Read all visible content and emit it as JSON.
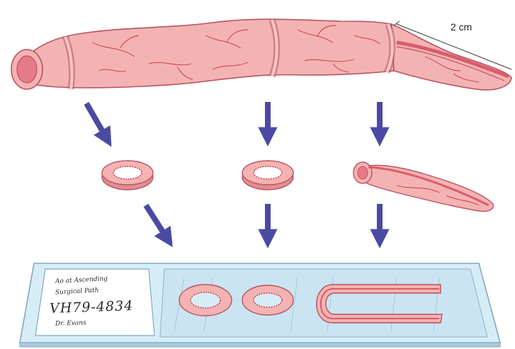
{
  "scale_bar": {
    "label": "2 cm"
  },
  "slide_label": {
    "lines": [
      "Ao at Ascending",
      "Surgical Path",
      "VH79-4834",
      "Dr. Evans"
    ]
  },
  "colors": {
    "tissue": "#f4b3b3",
    "tissue_dark": "#e28d94",
    "tissue_edge": "#b7535f",
    "vessels": "#c7323f",
    "arrow": "#4b4aa3",
    "glass": "#d7edf6",
    "glass_edge": "#7fa9c2"
  },
  "arrow_count": 6,
  "sections": [
    "ring-section",
    "ring-section",
    "opened-tail-section"
  ]
}
